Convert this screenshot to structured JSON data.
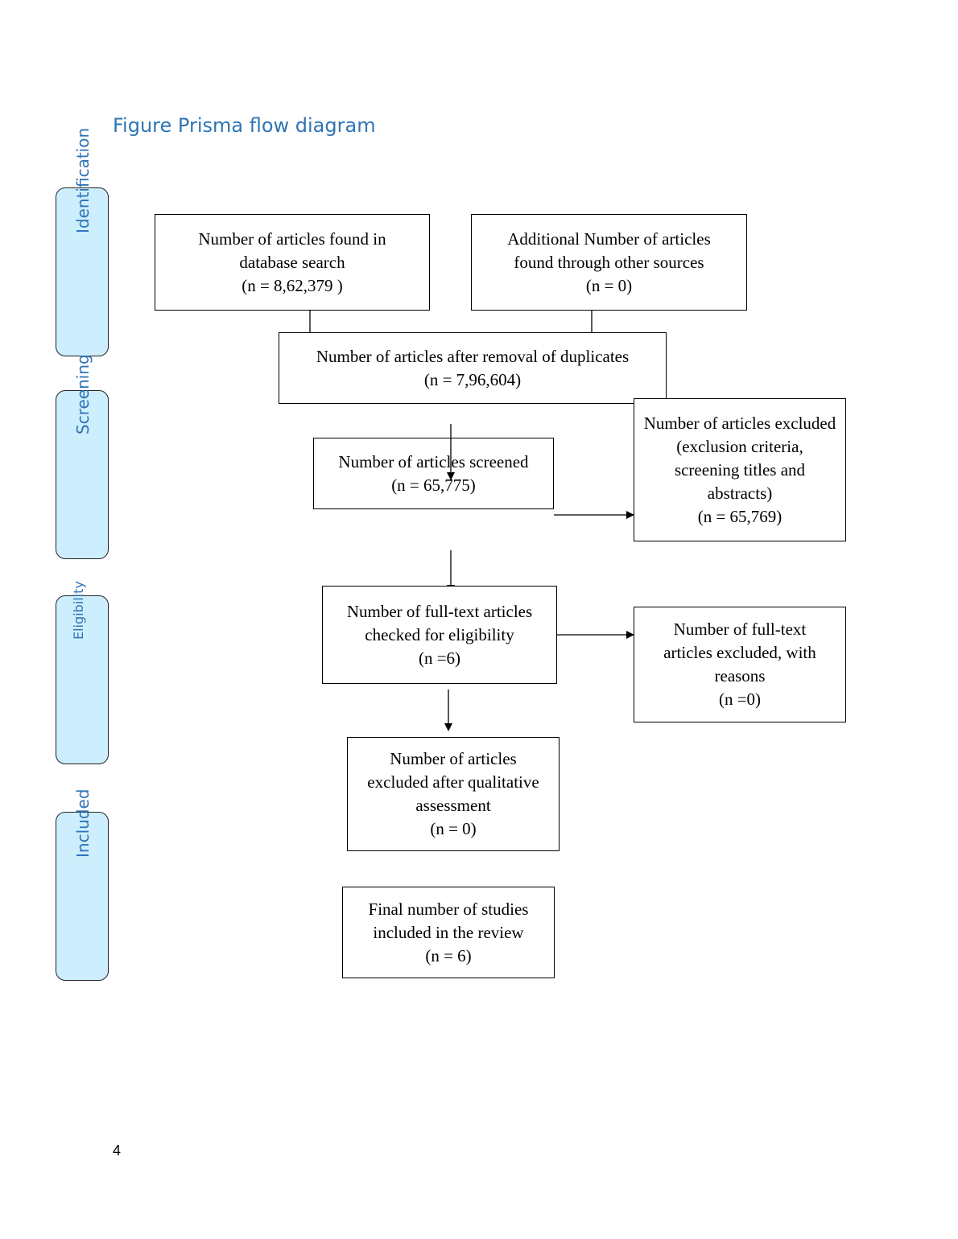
{
  "title": "Figure Prisma flow diagram",
  "stages": [
    {
      "id": "identification",
      "label": "Identification"
    },
    {
      "id": "screening",
      "label": "Screening"
    },
    {
      "id": "eligibility",
      "label": "Eligibility"
    },
    {
      "id": "included",
      "label": "Included"
    }
  ],
  "boxes": {
    "database_search": "Number of articles found in database search\n(n = 8,62,379 )",
    "other_sources": "Additional Number of articles found through other sources\n(n = 0)",
    "after_duplicates": "Number of articles after removal of duplicates\n(n = 7,96,604)",
    "screened": "Number of articles screened\n(n = 65,775)",
    "excluded_screening": "Number of articles excluded (exclusion criteria, screening titles and abstracts)\n(n = 65,769)",
    "fulltext_eligibility": "Number of full-text articles checked for eligibility\n(n =6)",
    "fulltext_excluded": "Number of full-text articles excluded, with reasons\n(n =0)",
    "excluded_qualitative": "Number of articles excluded after qualitative assessment\n(n = 0)",
    "final_included": "Final number of studies included in the review\n(n = 6)"
  },
  "page_number": "4"
}
